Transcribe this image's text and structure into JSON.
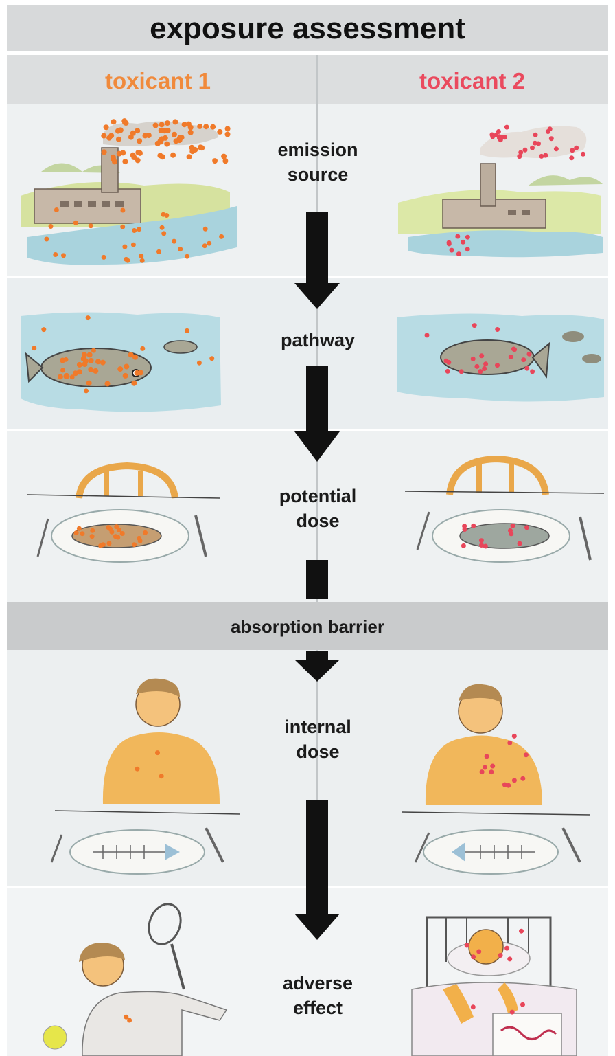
{
  "title": "exposure assessment",
  "columns": [
    {
      "label": "toxicant 1",
      "color": "#f08a3c"
    },
    {
      "label": "toxicant 2",
      "color": "#ea4a5e"
    }
  ],
  "stages": [
    {
      "line1": "emission",
      "line2": "source"
    },
    {
      "line1": "pathway",
      "line2": ""
    },
    {
      "line1": "potential",
      "line2": "dose"
    },
    {
      "line1": "internal",
      "line2": "dose"
    },
    {
      "line1": "adverse",
      "line2": "effect"
    }
  ],
  "barrier": "absorption barrier",
  "colors": {
    "header_band": "#d6d8d9",
    "panel_bg": "#eef1f2",
    "arrow": "#111111",
    "water": "#a9d3dd",
    "skin": "#f2b04a",
    "orange_dot": "#f07a2a",
    "red_dot": "#e8465a"
  },
  "icons": [
    "factory-icon",
    "fish-icon",
    "plate-icon",
    "chair-icon",
    "person-icon",
    "tennis-racket-icon",
    "hospital-bed-icon"
  ]
}
